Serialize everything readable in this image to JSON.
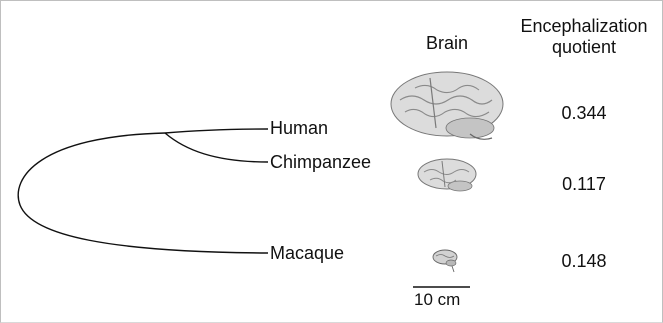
{
  "headers": {
    "brain": "Brain",
    "eq_line1": "Encephalization",
    "eq_line2": "quotient"
  },
  "species": [
    {
      "name": "Human",
      "eq": "0.344",
      "brain_icon": "human-brain-icon"
    },
    {
      "name": "Chimpanzee",
      "eq": "0.117",
      "brain_icon": "chimpanzee-brain-icon"
    },
    {
      "name": "Macaque",
      "eq": "0.148",
      "brain_icon": "macaque-brain-icon"
    }
  ],
  "scale_bar": {
    "label": "10 cm"
  },
  "colors": {
    "brain_fill": "#d9d9d9",
    "brain_shade": "#8a8a8a",
    "line": "#111111"
  }
}
